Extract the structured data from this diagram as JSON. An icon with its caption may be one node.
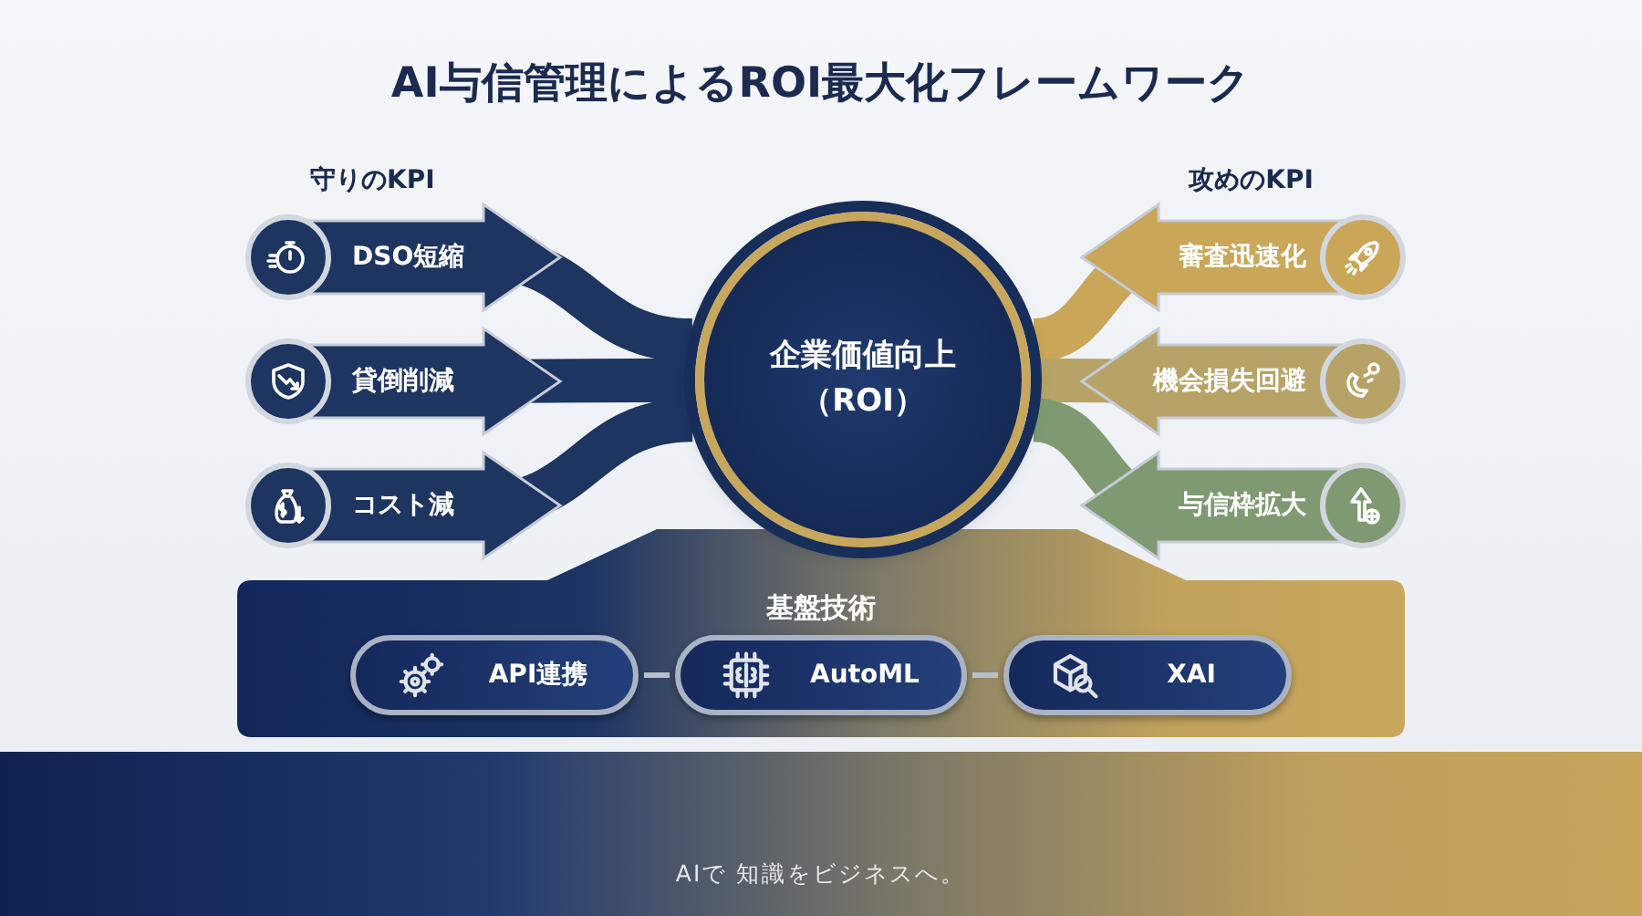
{
  "diagram": {
    "title": "AI与信管理によるROI最大化フレームワーク",
    "nodes": [
      {
        "text": [
          "企業価値向上",
          "（ROI）"
        ]
      },
      {
        "text": [
          "DSO短縮"
        ]
      },
      {
        "text": [
          "貸倒削減"
        ]
      },
      {
        "text": [
          "コスト減"
        ]
      },
      {
        "text": [
          "審査迅速化"
        ]
      },
      {
        "text": [
          "機会損失回避"
        ]
      },
      {
        "text": [
          "与信枠拡大"
        ]
      },
      {
        "text": [
          "基盤技術"
        ]
      },
      {
        "text": [
          "API連携"
        ],
        "in": 7
      },
      {
        "text": [
          "AutoML"
        ],
        "in": 7
      },
      {
        "text": [
          "XAI"
        ],
        "in": 7
      }
    ],
    "edges": [
      {
        "from": 1,
        "to": 0,
        "arrow": "none"
      },
      {
        "from": 2,
        "to": 0,
        "arrow": "none"
      },
      {
        "from": 3,
        "to": 0,
        "arrow": "none"
      },
      {
        "from": 4,
        "to": 0,
        "arrow": "none",
        "color": "#c9a658"
      },
      {
        "from": 5,
        "to": 0,
        "arrow": "none",
        "color": "#b7a368"
      },
      {
        "from": 6,
        "to": 0,
        "arrow": "none",
        "color": "#7f9a72"
      },
      {
        "from": 8,
        "to": 9,
        "arrow": "none",
        "color": "#b7bfcc"
      },
      {
        "from": 9,
        "to": 10,
        "arrow": "none",
        "color": "#b7bfcc"
      }
    ],
    "labels": [
      "守りのKPI",
      "攻めのKPI",
      "AIで 知識をビジネスへ。"
    ]
  }
}
